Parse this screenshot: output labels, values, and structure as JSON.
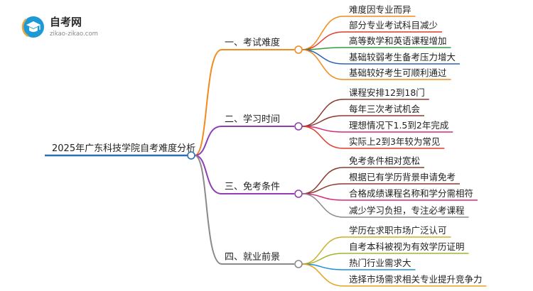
{
  "logo": {
    "brand": "自考网",
    "domain": "zikao-zikao.com",
    "accent": "#1d9ad6",
    "brand_color": "#2b2b2b"
  },
  "root": {
    "label": "2025年广东科技学院自考难度分析",
    "line_color": "#2d6fb7"
  },
  "branches": [
    {
      "label": "一、考试难度",
      "color": "#f28a1e",
      "children": [
        {
          "label": "难度因专业而异",
          "color": "#f28a1e"
        },
        {
          "label": "部分专业考试科目减少",
          "color": "#e23a2b"
        },
        {
          "label": "高等数学和英语课程增加",
          "color": "#2f9e41"
        },
        {
          "label": "基础较弱考生备考压力增大",
          "color": "#2a63b6"
        },
        {
          "label": "基础较好考生可顺利通过",
          "color": "#f28a1e"
        }
      ]
    },
    {
      "label": "二、学习时间",
      "color": "#8f3fb3",
      "children": [
        {
          "label": "课程安排12到18门",
          "color": "#8b3a2f"
        },
        {
          "label": "每年三次考试机会",
          "color": "#8b3a2f"
        },
        {
          "label": "理想情况下1.5到2年完成",
          "color": "#d9297a"
        },
        {
          "label": "实际上2到3年较为常见",
          "color": "#e23a2b"
        }
      ]
    },
    {
      "label": "三、免考条件",
      "color": "#8f3fb3",
      "children": [
        {
          "label": "免考条件相对宽松",
          "color": "#8b3a2f"
        },
        {
          "label": "根据已有学历背景申请免考",
          "color": "#8b3a2f"
        },
        {
          "label": "合格成绩课程名称和学分需相符",
          "color": "#d9297a"
        },
        {
          "label": "减少学习负担，专注必考课程",
          "color": "#8a8a8a"
        }
      ]
    },
    {
      "label": "四、就业前景",
      "color": "#8a8a8a",
      "children": [
        {
          "label": "学历在求职市场广泛认可",
          "color": "#c9b02a"
        },
        {
          "label": "自考本科被视为有效学历证明",
          "color": "#a3b52c"
        },
        {
          "label": "热门行业需求大",
          "color": "#1d8fd6"
        },
        {
          "label": "选择市场需求相关专业提升竞争力",
          "color": "#e8a21a"
        }
      ]
    }
  ]
}
